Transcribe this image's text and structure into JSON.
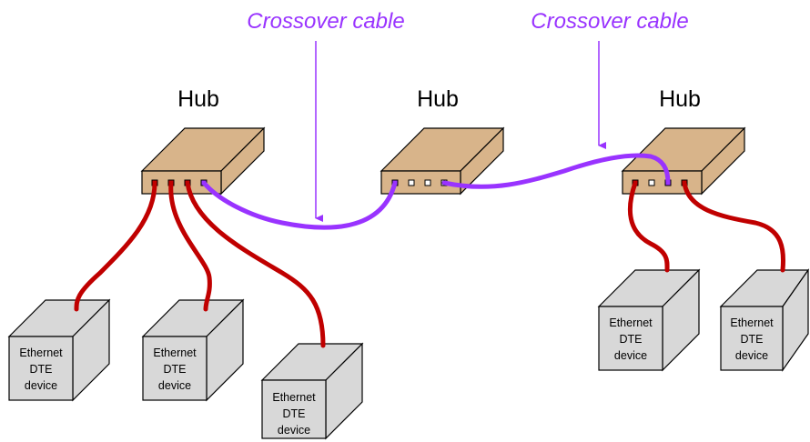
{
  "labels": {
    "crossover_left": "Crossover cable",
    "crossover_right": "Crossover cable",
    "hub_left": "Hub",
    "hub_middle": "Hub",
    "hub_right": "Hub"
  },
  "device": {
    "line1": "Ethernet",
    "line2": "DTE",
    "line3": "device"
  },
  "colors": {
    "hub_fill": "#d8b48a",
    "device_fill": "#d8d8d8",
    "port_red": "#cc0000",
    "port_purple": "#9933ff",
    "cable_red": "#c00000",
    "cable_purple": "#9933ff",
    "label_purple": "#9933ff"
  }
}
